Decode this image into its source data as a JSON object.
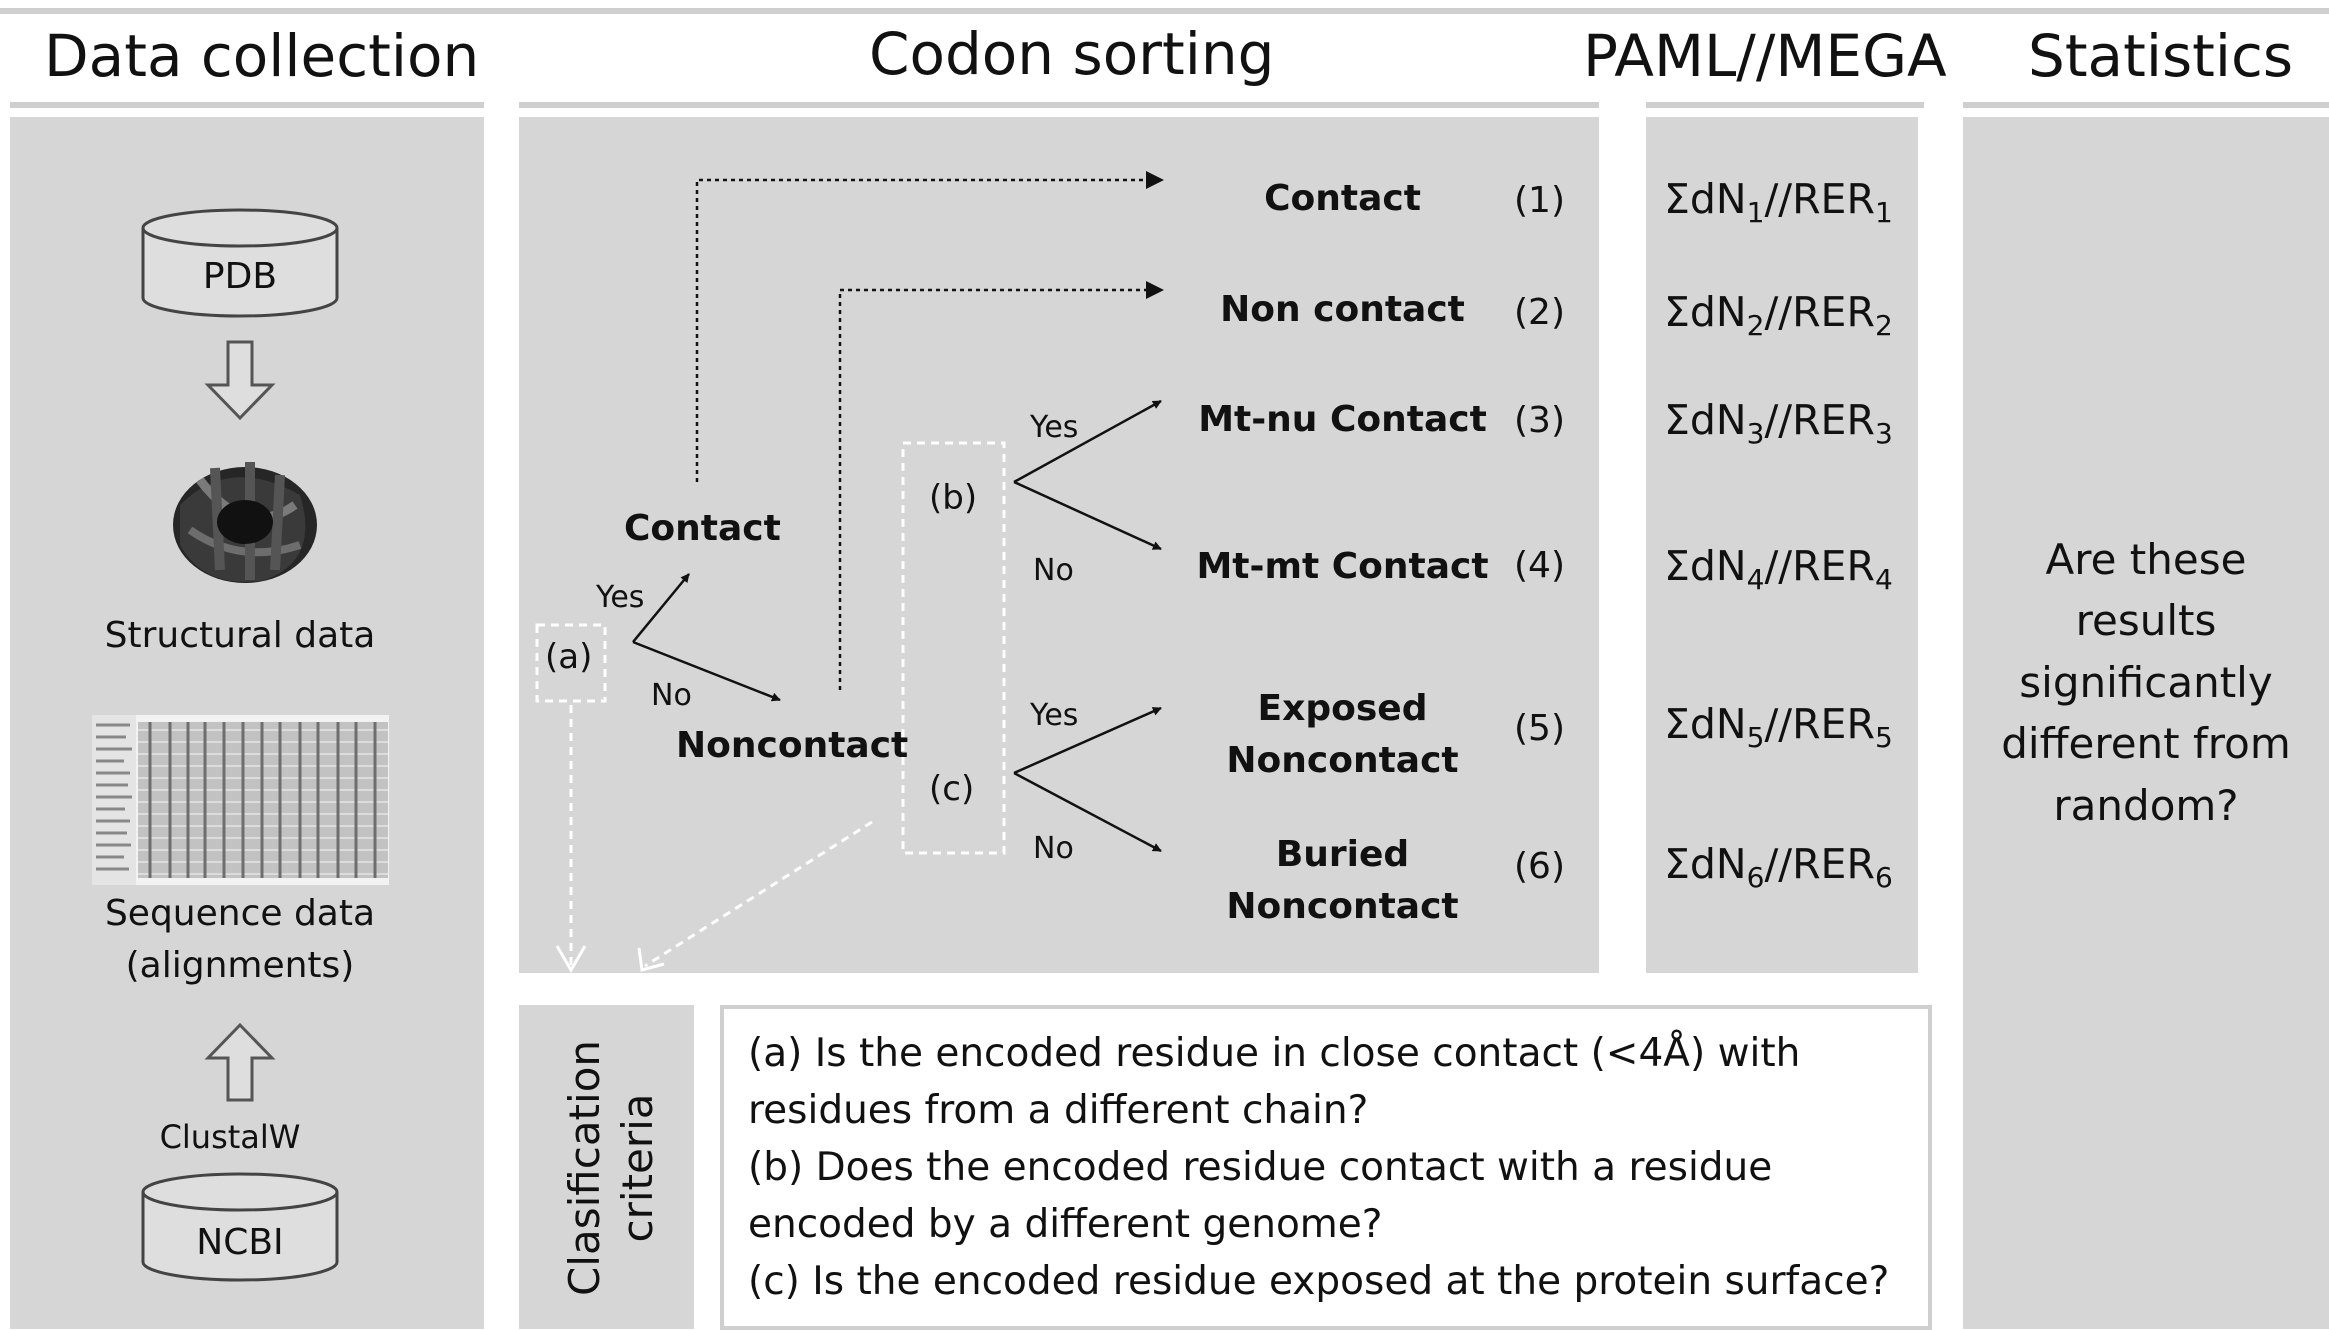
{
  "headers": {
    "data_collection": "Data collection",
    "codon_sorting": "Codon sorting",
    "paml_mega": "PAML//MEGA",
    "statistics": "Statistics"
  },
  "data_collection": {
    "pdb": "PDB",
    "structural_data": "Structural data",
    "sequence_data_line1": "Sequence data",
    "sequence_data_line2": "(alignments)",
    "clustalw": "ClustalW",
    "ncbi": "NCBI"
  },
  "tree": {
    "a_label": "(a)",
    "b_label": "(b)",
    "c_label": "(c)",
    "yes": "Yes",
    "no": "No",
    "contact": "Contact",
    "noncontact": "Noncontact"
  },
  "categories": [
    {
      "name": "Contact",
      "name2": "",
      "num": "(1)",
      "index": "1"
    },
    {
      "name": "Non contact",
      "name2": "",
      "num": "(2)",
      "index": "2"
    },
    {
      "name": "Mt-nu Contact",
      "name2": "",
      "num": "(3)",
      "index": "3"
    },
    {
      "name": "Mt-mt Contact",
      "name2": "",
      "num": "(4)",
      "index": "4"
    },
    {
      "name": "Exposed",
      "name2": "Noncontact",
      "num": "(5)",
      "index": "5"
    },
    {
      "name": "Buried",
      "name2": "Noncontact",
      "num": "(6)",
      "index": "6"
    }
  ],
  "paml": {
    "prefix": "ΣdN",
    "sep": "//RER"
  },
  "statistics": {
    "question_lines": [
      "Are these",
      "results",
      "significantly",
      "different from",
      "random?"
    ]
  },
  "criteria": {
    "title_line1": "Clasification",
    "title_line2": "criteria",
    "lines": [
      "(a) Is the encoded residue in close contact (<4Å) with",
      "residues from a different chain?",
      "(b) Does the encoded residue contact with a residue",
      "encoded by a different  genome?",
      "(c) Is the encoded residue exposed at the protein surface?"
    ]
  }
}
